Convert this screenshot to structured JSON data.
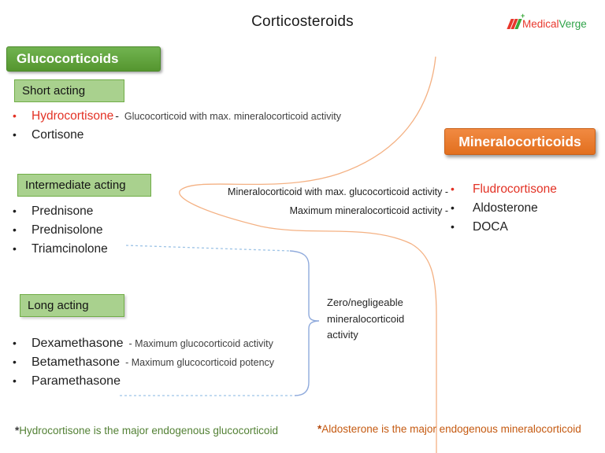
{
  "title": "Corticosteroids",
  "logo": {
    "mark_icon": "triple-slash-logo-mark",
    "plus": "+",
    "name_left": "Medical",
    "name_right": "Verge"
  },
  "colors": {
    "green_box": "#5fa33c",
    "light_green_bg": "#a9d18e",
    "light_green_border": "#70ad47",
    "orange_box": "#ed7d31",
    "red_text": "#e33225",
    "note_gray": "#3f3f3f",
    "footnote_green": "#538135",
    "footnote_orange": "#c55a11",
    "bracket_blue": "#8faadc",
    "curve_orange": "#f4b183"
  },
  "glucocorticoids": {
    "header": "Glucocorticoids",
    "short_acting": {
      "label": "Short acting",
      "items": [
        {
          "name": "Hydrocortisone",
          "dash": "-",
          "note": "Glucocorticoid with max. mineralocorticoid activity"
        },
        {
          "name": "Cortisone"
        }
      ]
    },
    "intermediate_acting": {
      "label": "Intermediate acting",
      "items": [
        {
          "name": "Prednisone"
        },
        {
          "name": "Prednisolone"
        },
        {
          "name": "Triamcinolone"
        }
      ]
    },
    "long_acting": {
      "label": "Long acting",
      "items": [
        {
          "name": "Dexamethasone",
          "note": "- Maximum glucocorticoid activity"
        },
        {
          "name": "Betamethasone",
          "note": "- Maximum glucocorticoid potency"
        },
        {
          "name": "Paramethasone"
        }
      ]
    }
  },
  "mineralocorticoids": {
    "header": "Mineralocorticoids",
    "annotations": [
      "Mineralocorticoid with max. glucocorticoid activity -",
      "Maximum mineralocorticoid activity -"
    ],
    "items": [
      {
        "name": "Fludrocortisone"
      },
      {
        "name": "Aldosterone"
      },
      {
        "name": "DOCA"
      }
    ]
  },
  "bracket_note": "Zero/negligeable mineralocorticoid activity",
  "footnotes": {
    "left_asterisk": "*",
    "left_text": "Hydrocortisone is the major endogenous glucocorticoid",
    "right_asterisk": "*",
    "right_text": "Aldosterone is the major endogenous mineralocorticoid"
  }
}
